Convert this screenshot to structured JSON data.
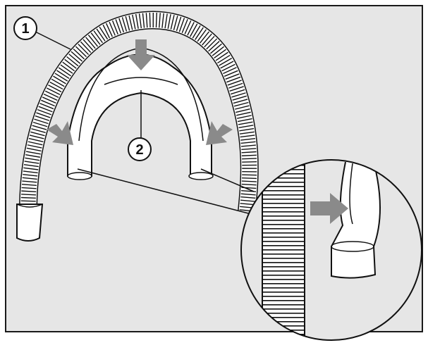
{
  "figure": {
    "background": "#e6e6e6",
    "frame_color": "#1a1a1a",
    "part_fill": "#ffffff",
    "arrow_color": "#8a8a8a",
    "callouts": [
      {
        "id": "hose",
        "label": "1"
      },
      {
        "id": "hose-bracket",
        "label": "2"
      }
    ],
    "icons": [
      "corrugated-drain-hose",
      "u-shaped-hose-bracket",
      "press-arrow",
      "magnified-detail-circle"
    ]
  }
}
